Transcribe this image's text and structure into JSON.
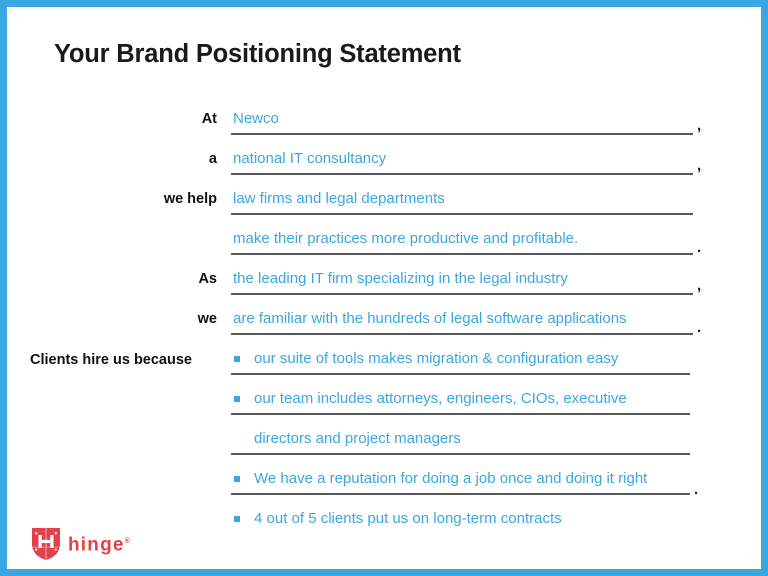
{
  "slide": {
    "title": "Your Brand Positioning Statement",
    "border_color": "#3aa7e0",
    "accent_color": "#3aa7e0",
    "rule_color": "#58595b",
    "label_color": "#111111"
  },
  "statement_rows": [
    {
      "label": "At",
      "value": "Newco",
      "punct": ","
    },
    {
      "label": "a",
      "value": "national IT consultancy",
      "punct": ","
    },
    {
      "label": "we help",
      "value": "law firms and legal departments",
      "punct": ""
    },
    {
      "label": "",
      "value": "make their practices more productive and profitable.",
      "punct": "."
    },
    {
      "label": "As",
      "value": "the leading IT firm specializing in the legal industry",
      "punct": ","
    },
    {
      "label": "we",
      "value": "are familiar with the hundreds of legal software applications",
      "punct": "."
    }
  ],
  "bullet_section": {
    "label": "Clients hire us because",
    "bullet_glyph": "square-bullet",
    "items": [
      {
        "text": "our suite of tools makes migration & configuration easy",
        "bulleted": true,
        "rule": true,
        "punct": ""
      },
      {
        "text": "our team includes attorneys, engineers, CIOs, executive",
        "bulleted": true,
        "rule": true,
        "punct": ""
      },
      {
        "text": "directors and project managers",
        "bulleted": false,
        "rule": true,
        "punct": ""
      },
      {
        "text": "We have a reputation for doing a job once and doing it right",
        "bulleted": true,
        "rule": true,
        "punct": "."
      },
      {
        "text": "4 out of 5 clients put us on long-term contracts",
        "bulleted": true,
        "rule": false,
        "punct": ""
      }
    ]
  },
  "logo": {
    "wordmark": "hinge",
    "registered_mark": "®",
    "shield_letter": "H",
    "color": "#e2404a"
  }
}
